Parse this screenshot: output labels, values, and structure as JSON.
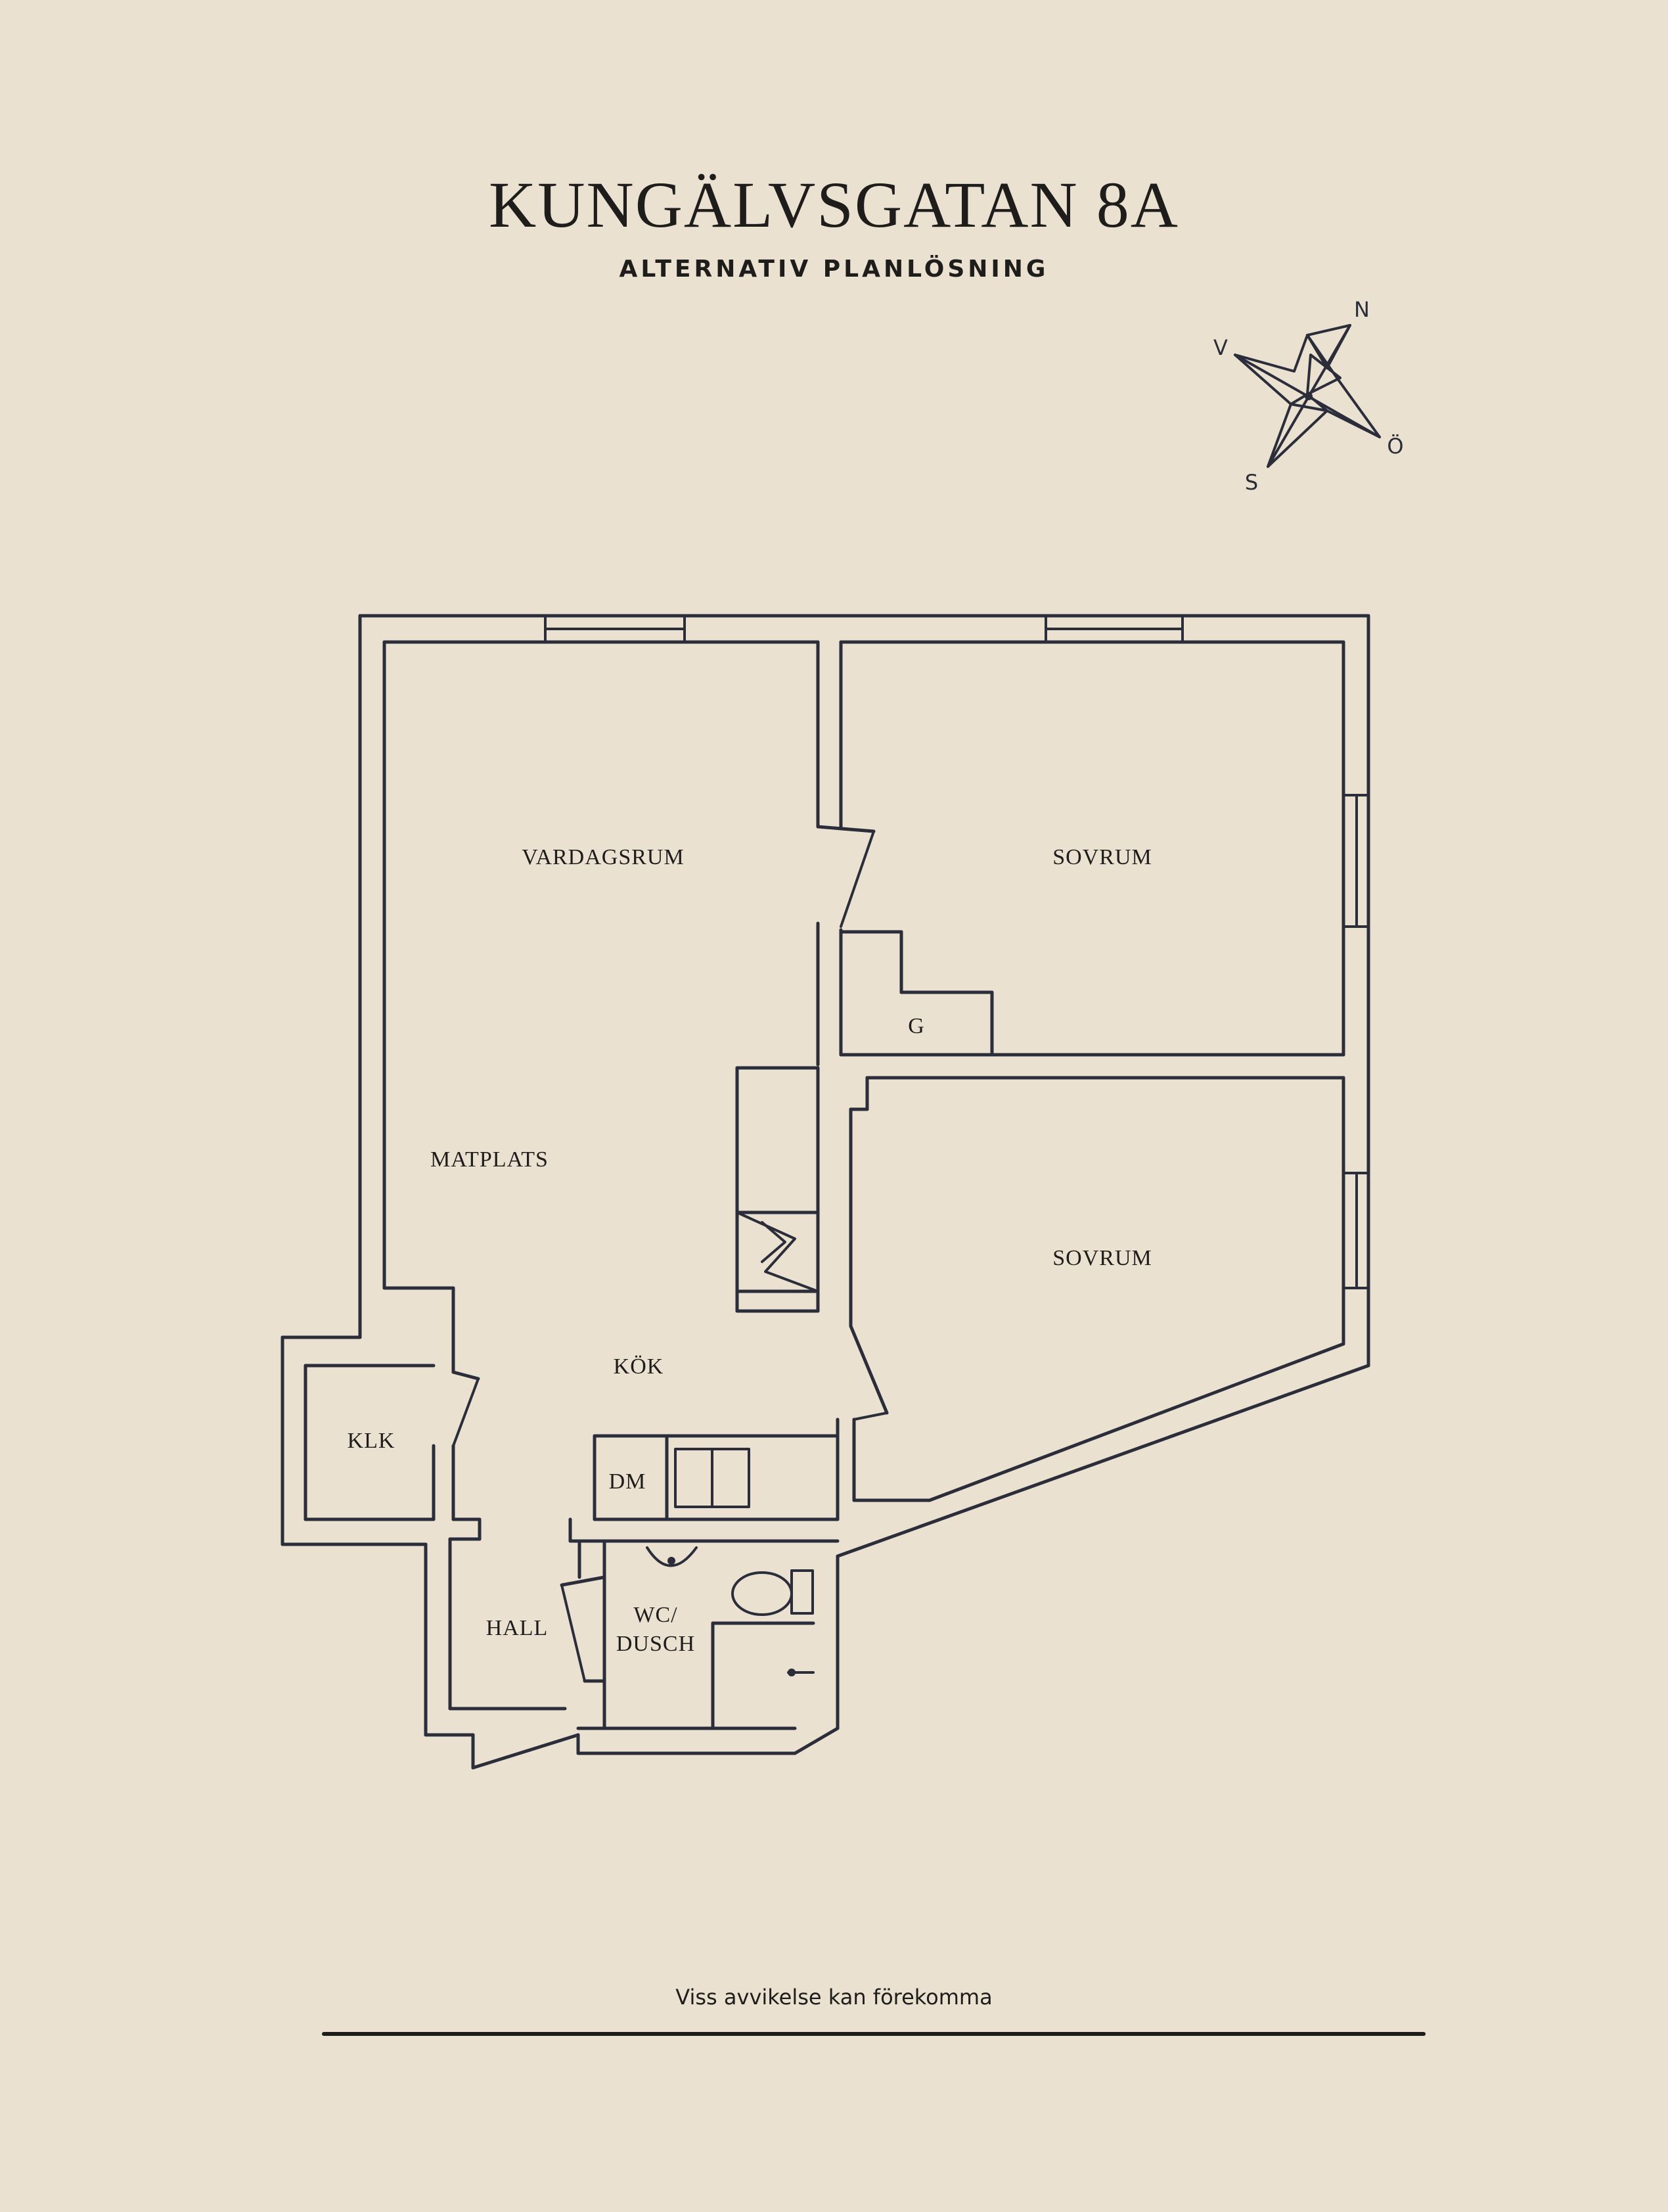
{
  "title": "KUNGÄLVSGATAN 8A",
  "subtitle": "ALTERNATIV PLANLÖSNING",
  "compass": {
    "n": "N",
    "v": "V",
    "s": "S",
    "o": "Ö"
  },
  "rooms": {
    "vardagsrum": "VARDAGSRUM",
    "sovrum_1": "SOVRUM",
    "g": "G",
    "matplats": "MATPLATS",
    "sovrum_2": "SOVRUM",
    "kok": "KÖK",
    "klk": "KLK",
    "dm": "DM",
    "hall": "HALL",
    "wc_line1": "WC/",
    "wc_line2": "DUSCH"
  },
  "footer": "Viss avvikelse kan förekomma",
  "colors": {
    "background": "#eae1d0",
    "ink": "#2b2e3a",
    "text": "#1e1d1c"
  }
}
